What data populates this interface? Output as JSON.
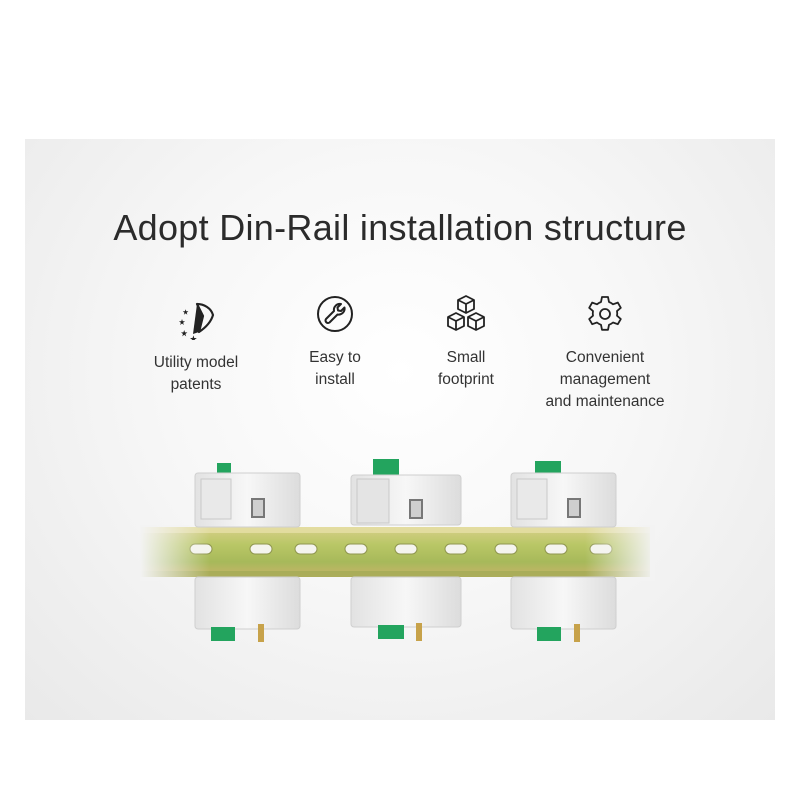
{
  "title": "Adopt Din-Rail installation structure",
  "features": [
    {
      "icon": "patent-star-icon",
      "label": "Utility model\npatents"
    },
    {
      "icon": "wrench-icon",
      "label": "Easy to\ninstall"
    },
    {
      "icon": "cubes-icon",
      "label": "Small\nfootprint"
    },
    {
      "icon": "gear-icon",
      "label": "Convenient\nmanagement\nand maintenance"
    }
  ],
  "colors": {
    "title": "#2b2b2b",
    "text": "#333333",
    "rail_green": "#b9c766",
    "rail_gold": "#c9b46a",
    "terminal_green": "#23a45e",
    "module_white": "#f1f1f1"
  }
}
